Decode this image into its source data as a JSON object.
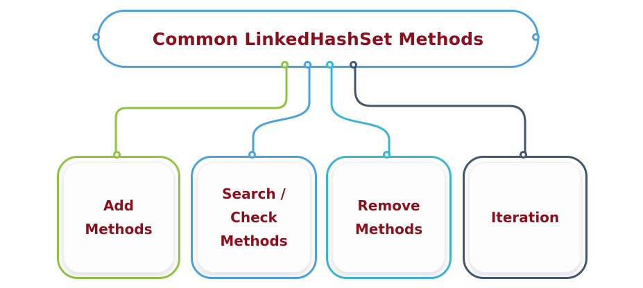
{
  "diagram": {
    "colors": {
      "maroon_text": "#8B101E",
      "blue": "#4AA1DC",
      "green": "#8FC43E",
      "cyan": "#38B6D2",
      "slate": "#41566F",
      "card_background": "#FDFDFE"
    },
    "root": {
      "label": "Common LinkedHashSet Methods",
      "color": "#4AA1DC"
    },
    "nodes": [
      {
        "id": "add-methods",
        "label": [
          "Add Methods"
        ],
        "color": "#8FC43E"
      },
      {
        "id": "search-check-methods",
        "label": [
          "Search / Check",
          "Methods"
        ],
        "color": "#4AA1DC"
      },
      {
        "id": "remove-methods",
        "label": [
          "Remove",
          "Methods"
        ],
        "color": "#38B6D2"
      },
      {
        "id": "iteration",
        "label": [
          "Iteration"
        ],
        "color": "#41566F"
      }
    ]
  }
}
